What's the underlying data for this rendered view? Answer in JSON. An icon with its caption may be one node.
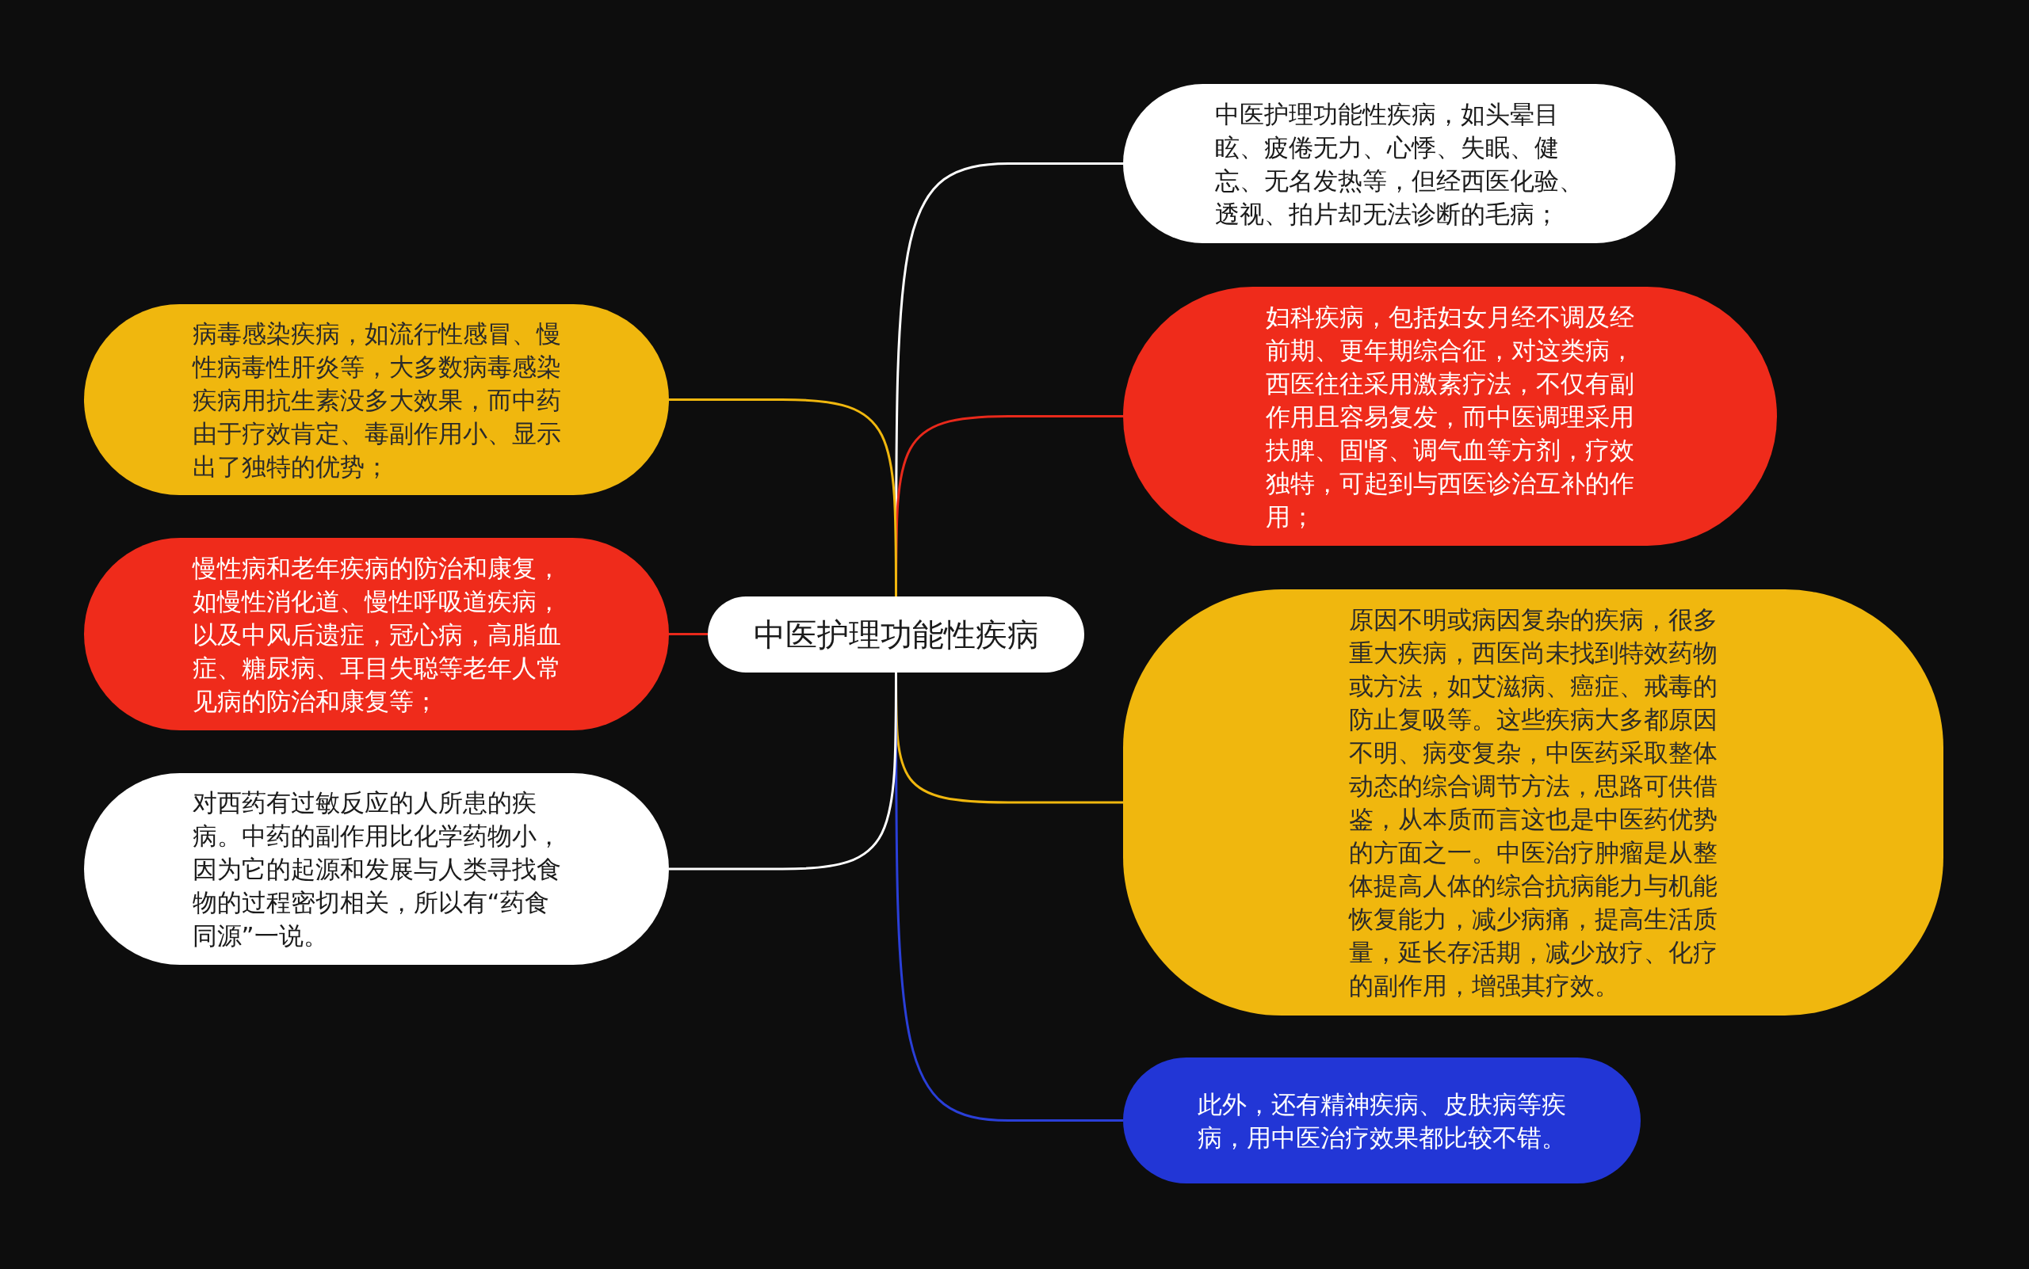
{
  "diagram": {
    "nodes": [
      {
        "text": [
          "中医护理功能性疾病"
        ]
      },
      {
        "text": [
          "中医护理功能性疾病，如头晕目眩、疲倦无力、心悸、失眠、健忘、无名发热等，但经西医化验、透视、拍片却无法诊断的毛病；"
        ]
      },
      {
        "text": [
          "妇科疾病，包括妇女月经不调及经前期、更年期综合征，对这类病，西医往往采用激素疗法，不仅有副作用且容易复发，而中医调理采用扶脾、固肾、调气血等方剂，疗效独特，可起到与西医诊治互补的作用；"
        ]
      },
      {
        "text": [
          "原因不明或病因复杂的疾病，很多重大疾病，西医尚未找到特效药物或方法，如艾滋病、癌症、戒毒的防止复吸等。这些疾病大多都原因不明、病变复杂，中医药采取整体动态的综合调节方法，思路可供借鉴，从本质而言这也是中医药优势的方面之一。中医治疗肿瘤是从整体提高人体的综合抗病能力与机能恢复能力，减少病痛，提高生活质量，延长存活期，减少放疗、化疗的副作用，增强其疗效。"
        ]
      },
      {
        "text": [
          "此外，还有精神疾病、皮肤病等疾病，用中医治疗效果都比较不错。"
        ]
      },
      {
        "text": [
          "病毒感染疾病，如流行性感冒、慢性病毒性肝炎等，大多数病毒感染疾病用抗生素没多大效果，而中药由于疗效肯定、毒副作用小、显示出了独特的优势；"
        ]
      },
      {
        "text": [
          "慢性病和老年疾病的防治和康复，如慢性消化道、慢性呼吸道疾病，以及中风后遗症，冠心病，高脂血症、糖尿病、耳目失聪等老年人常见病的防治和康复等；"
        ]
      },
      {
        "text": [
          "对西药有过敏反应的人所患的疾病。中药的副作用比化学药物小，因为它的起源和发展与人类寻找食物的过程密切相关，所以有“药食同源”一说。"
        ]
      }
    ],
    "edges": [
      {
        "from": 0,
        "to": 1,
        "arrow": "none",
        "color": "#ffffff"
      },
      {
        "from": 0,
        "to": 2,
        "arrow": "none",
        "color": "#e8291b"
      },
      {
        "from": 0,
        "to": 3,
        "arrow": "none",
        "color": "#f0b70e"
      },
      {
        "from": 0,
        "to": 4,
        "arrow": "none",
        "color": "#2a3fd8"
      },
      {
        "from": 0,
        "to": 5,
        "arrow": "none",
        "color": "#f0b70e"
      },
      {
        "from": 0,
        "to": 6,
        "arrow": "none",
        "color": "#e8291b"
      },
      {
        "from": 0,
        "to": 7,
        "arrow": "none",
        "color": "#ffffff"
      }
    ]
  }
}
